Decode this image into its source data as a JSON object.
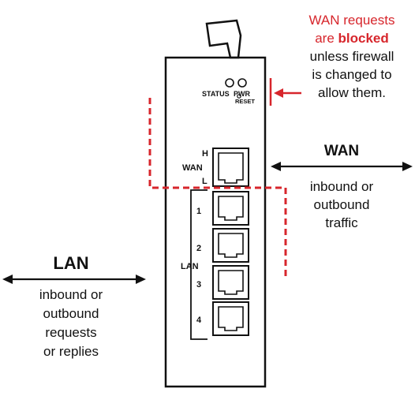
{
  "device": {
    "status_label": "STATUS",
    "pwr_label": "PWR",
    "reset_label": "RESET",
    "wan_port_label": "WAN",
    "wan_high_label": "H",
    "wan_low_label": "L",
    "lan_group_label": "LAN",
    "lan_port_numbers": [
      "1",
      "2",
      "3",
      "4"
    ]
  },
  "note": {
    "line1": "WAN requests",
    "line2_prefix": "are ",
    "line2_bold": "blocked",
    "line3": "unless firewall",
    "line4": "is changed to",
    "line5": "allow them."
  },
  "wan_side": {
    "title": "WAN",
    "line1": "inbound or",
    "line2": "outbound",
    "line3": "traffic"
  },
  "lan_side": {
    "title": "LAN",
    "line1": "inbound or",
    "line2": "outbound",
    "line3": "requests",
    "line4": "or replies"
  },
  "colors": {
    "firewall_red": "#d7262c",
    "outline": "#111111"
  }
}
